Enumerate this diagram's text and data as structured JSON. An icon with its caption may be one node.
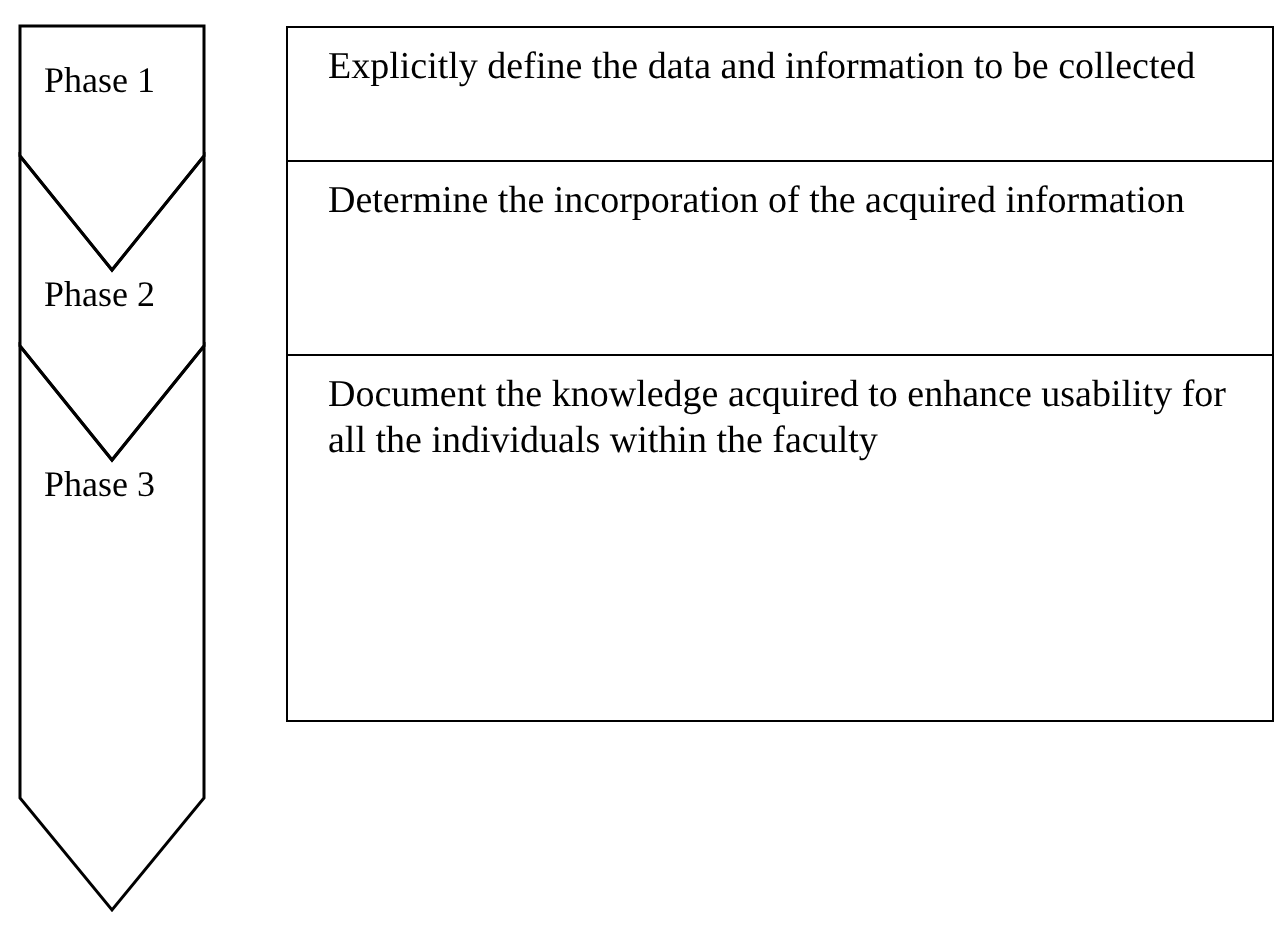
{
  "diagram": {
    "nodes": [
      {
        "text": [
          "Phase 1"
        ]
      },
      {
        "text": [
          "Phase 2"
        ]
      },
      {
        "text": [
          "Phase 3"
        ]
      },
      {
        "text": [
          "Explicitly define the data and information to be collected"
        ]
      },
      {
        "text": [
          "Determine the incorporation of the acquired information"
        ]
      },
      {
        "text": [
          "Document the knowledge acquired to enhance usability for all the individuals within the faculty"
        ]
      }
    ],
    "edges": []
  }
}
